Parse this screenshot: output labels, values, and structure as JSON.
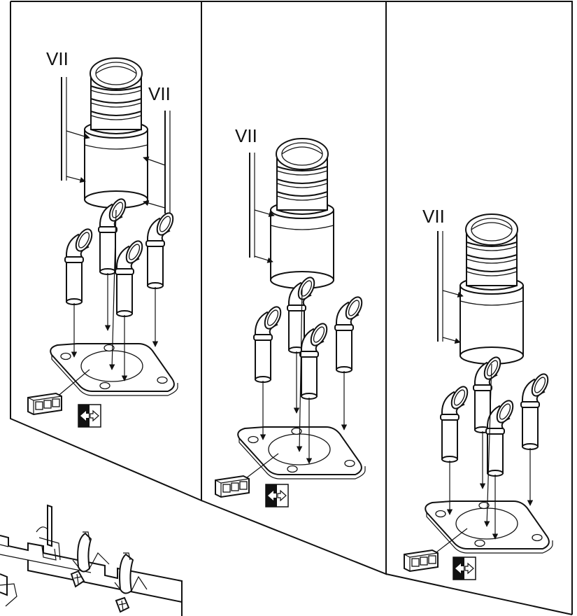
{
  "panels": [
    {
      "rod_labels": [
        "VII",
        "VII"
      ]
    },
    {
      "rod_labels": [
        "VII"
      ]
    },
    {
      "rod_labels": [
        "VII"
      ]
    }
  ]
}
